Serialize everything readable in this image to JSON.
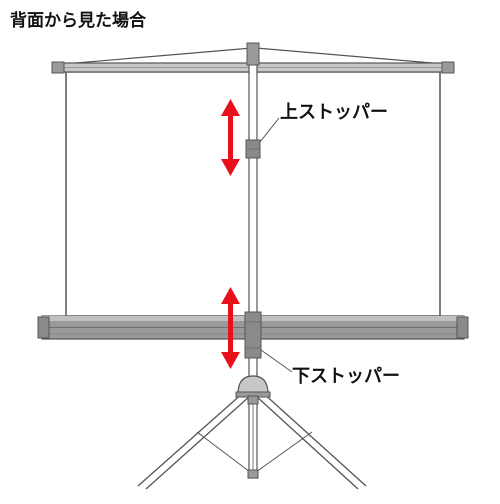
{
  "caption": "背面から見た場合",
  "labels": {
    "upper_stopper": "上ストッパー",
    "lower_stopper": "下ストッパー"
  },
  "colors": {
    "line": "#555555",
    "bar_fill": "#9a9a9a",
    "bar_dark": "#6e6e6e",
    "arrow": "#e8101a",
    "stopper": "#8a8a8a"
  }
}
